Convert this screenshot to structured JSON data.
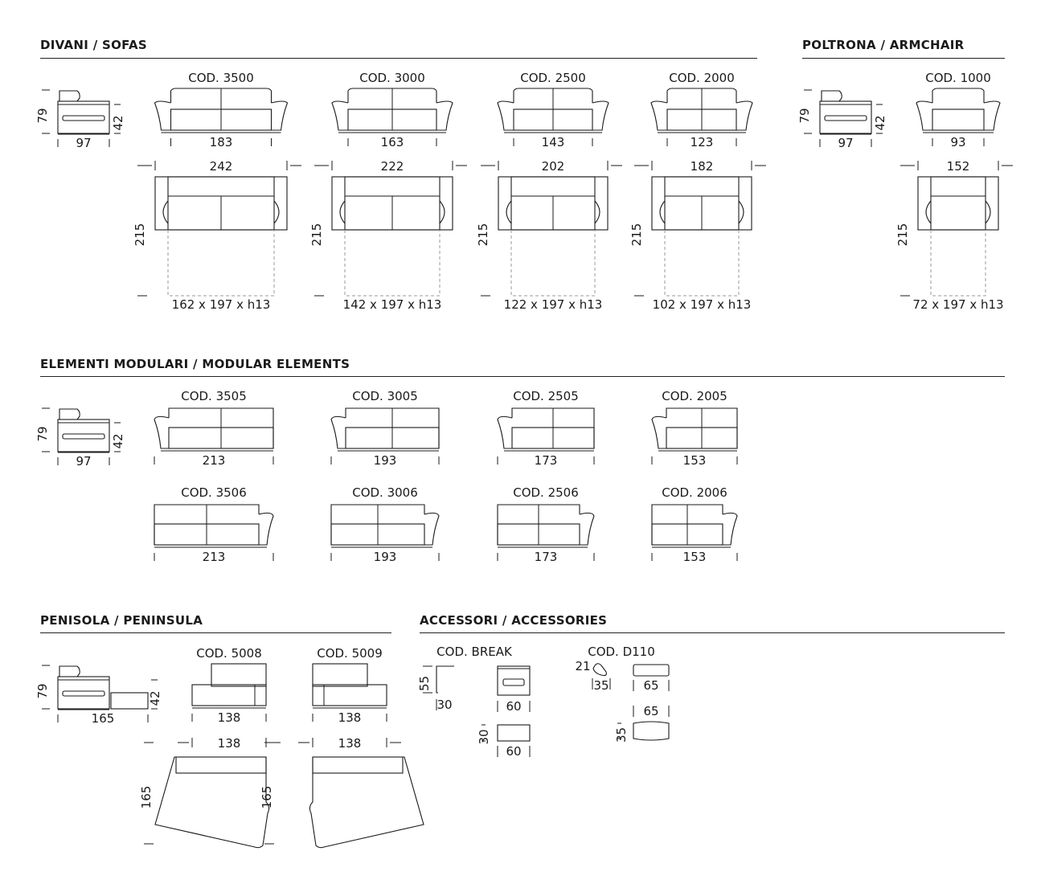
{
  "sections": {
    "sofas": {
      "title": "DIVANI / SOFAS",
      "side": {
        "height": "79",
        "seat": "42",
        "depth": "97"
      },
      "models": [
        {
          "code": "COD. 3500",
          "width": "183",
          "open_width": "242",
          "open_depth": "215",
          "bed": "162 x 197 x h13"
        },
        {
          "code": "COD. 3000",
          "width": "163",
          "open_width": "222",
          "open_depth": "215",
          "bed": "142 x 197 x h13"
        },
        {
          "code": "COD. 2500",
          "width": "143",
          "open_width": "202",
          "open_depth": "215",
          "bed": "122 x 197 x h13"
        },
        {
          "code": "COD. 2000",
          "width": "123",
          "open_width": "182",
          "open_depth": "215",
          "bed": "102 x 197 x h13"
        }
      ]
    },
    "armchair": {
      "title": "POLTRONA / ARMCHAIR",
      "side": {
        "height": "79",
        "seat": "42",
        "depth": "97"
      },
      "model": {
        "code": "COD. 1000",
        "width": "93",
        "open_width": "152",
        "open_depth": "215",
        "bed": "72 x 197 x h13"
      }
    },
    "modular": {
      "title": "ELEMENTI MODULARI / MODULAR ELEMENTS",
      "side": {
        "height": "79",
        "seat": "42",
        "depth": "97"
      },
      "row1": [
        {
          "code": "COD. 3505",
          "width": "213"
        },
        {
          "code": "COD. 3005",
          "width": "193"
        },
        {
          "code": "COD. 2505",
          "width": "173"
        },
        {
          "code": "COD. 2005",
          "width": "153"
        }
      ],
      "row2": [
        {
          "code": "COD. 3506",
          "width": "213"
        },
        {
          "code": "COD. 3006",
          "width": "193"
        },
        {
          "code": "COD. 2506",
          "width": "173"
        },
        {
          "code": "COD. 2006",
          "width": "153"
        }
      ]
    },
    "peninsula": {
      "title": "PENISOLA / PENINSULA",
      "side": {
        "height": "79",
        "seat": "42",
        "depth": "165"
      },
      "models": [
        {
          "code": "COD. 5008",
          "width": "138",
          "top_width": "138",
          "top_depth": "165"
        },
        {
          "code": "COD. 5009",
          "width": "138",
          "top_width": "138",
          "top_depth": "165"
        }
      ]
    },
    "accessories": {
      "title": "ACCESSORI / ACCESSORIES",
      "break": {
        "code": "COD. BREAK",
        "height": "55",
        "depth": "30",
        "width": "60",
        "top_depth": "30",
        "top_width": "60"
      },
      "d110": {
        "code": "COD. D110",
        "height": "21",
        "depth": "35",
        "width": "65",
        "top_width": "65",
        "top_depth": "35"
      }
    }
  }
}
